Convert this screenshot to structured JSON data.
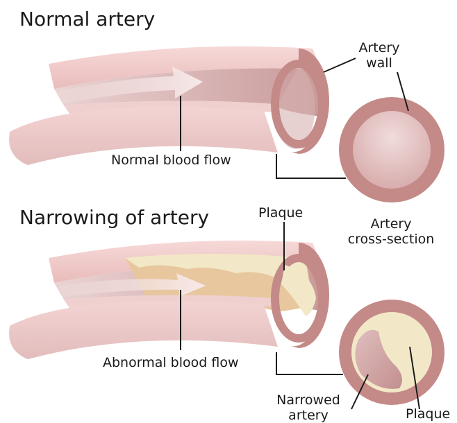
{
  "titles": {
    "normal": "Normal artery",
    "narrowing": "Narrowing of artery"
  },
  "labels": {
    "artery_wall_line1": "Artery",
    "artery_wall_line2": "wall",
    "normal_blood_flow": "Normal blood flow",
    "cross_section_line1": "Artery",
    "cross_section_line2": "cross-section",
    "plaque_top": "Plaque",
    "abnormal_blood_flow": "Abnormal blood flow",
    "narrowed_line1": "Narrowed",
    "narrowed_line2": "artery",
    "plaque_bottom": "Plaque"
  },
  "colors": {
    "artery_wall": "#c48a88",
    "artery_outer": "#ecc4c3",
    "artery_lumen": "#dcbcbc",
    "plaque": "#f2e8c8",
    "plaque_deposit": "#e7bf96",
    "leader_line": "#1a1a1a"
  }
}
